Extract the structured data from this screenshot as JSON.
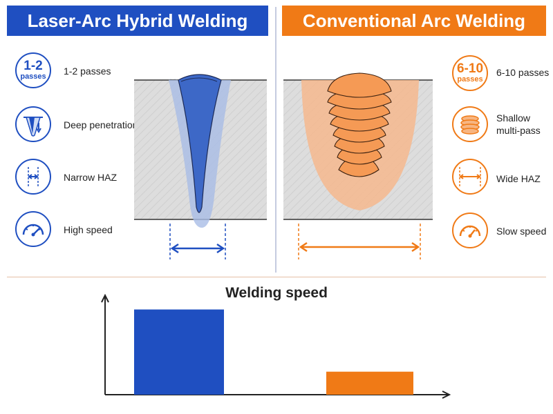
{
  "left": {
    "title": "Laser-Arc Hybrid Welding",
    "color": "#1f4fc1",
    "passes_badge": {
      "number": "1-2",
      "unit": "passes"
    },
    "features": [
      {
        "icon": "passes-badge-icon",
        "label": "1-2 passes"
      },
      {
        "icon": "deep-penetration-icon",
        "label": "Deep penetration"
      },
      {
        "icon": "narrow-haz-icon",
        "label": "Narrow HAZ"
      },
      {
        "icon": "speedometer-fast-icon",
        "label": "High speed"
      }
    ]
  },
  "right": {
    "title": "Conventional Arc Welding",
    "color": "#f07a16",
    "passes_badge": {
      "number": "6-10",
      "unit": "passes"
    },
    "features": [
      {
        "icon": "passes-badge-icon",
        "label": "6-10 passes"
      },
      {
        "icon": "multi-layer-icon",
        "label": "Shallow\nmulti-pass"
      },
      {
        "icon": "wide-haz-icon",
        "label": "Wide HAZ"
      },
      {
        "icon": "speedometer-slow-icon",
        "label": "Slow speed"
      }
    ]
  },
  "chart_data": {
    "type": "bar",
    "title": "Welding speed",
    "categories": [
      "",
      ""
    ],
    "series": [
      {
        "values": [
          100,
          27
        ]
      }
    ],
    "colors": [
      "#1f4fc1",
      "#f07a16"
    ],
    "ylim": [
      0,
      115
    ],
    "grid": false,
    "axis_ticks": false
  }
}
